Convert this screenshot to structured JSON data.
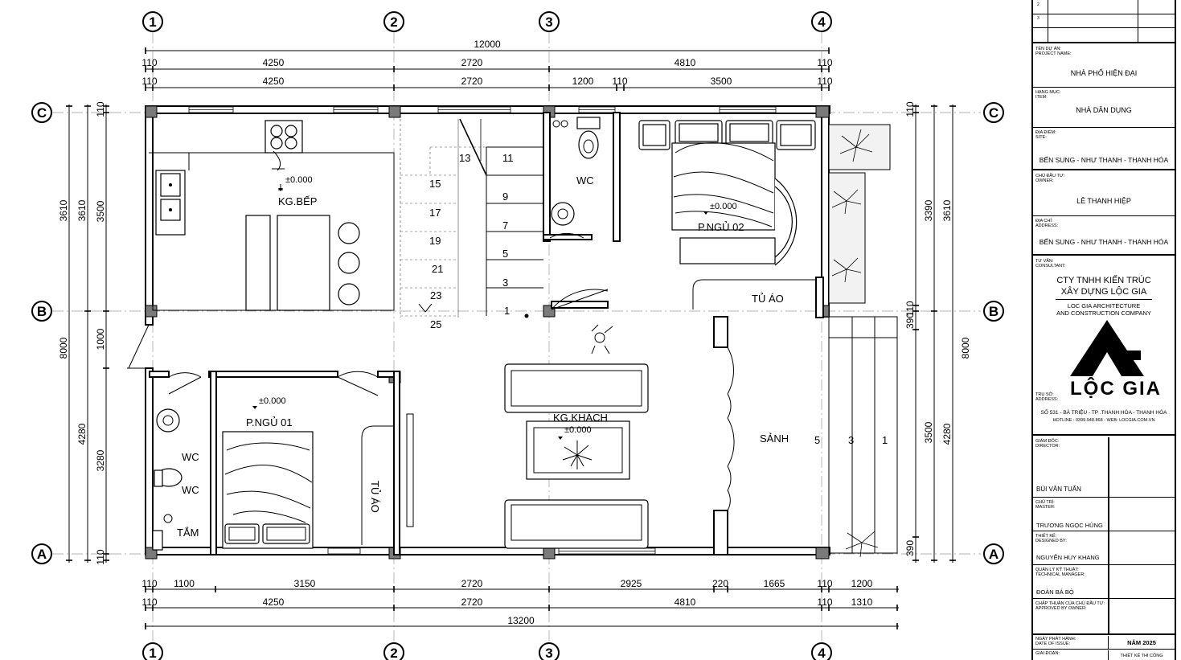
{
  "grid_labels": {
    "cols": [
      "1",
      "2",
      "3",
      "4"
    ],
    "rows": [
      "C",
      "B",
      "A"
    ]
  },
  "top_dims": {
    "overall": "12000",
    "row1": [
      "110",
      "4250",
      "2720",
      "4810",
      "110"
    ],
    "row2": [
      "110",
      "4250",
      "2720",
      "1200",
      "110",
      "3500",
      "110"
    ]
  },
  "bottom_dims": {
    "row1": [
      "110",
      "1100",
      "3150",
      "2720",
      "2925",
      "220",
      "1665",
      "110",
      "1200"
    ],
    "row2": [
      "110",
      "4250",
      "2720",
      "4810",
      "110",
      "1310"
    ],
    "overall": "13200"
  },
  "left_dims": {
    "outer": [
      "3610",
      "8000",
      "4280"
    ],
    "inner": [
      "110",
      "3500",
      "1000",
      "3280",
      "110"
    ]
  },
  "right_dims": {
    "inner": [
      "110",
      "3390",
      "110",
      "390",
      "3500",
      "390"
    ],
    "outer": [
      "3610",
      "8000",
      "4280"
    ]
  },
  "rooms": {
    "kitchen": "KG.BẾP",
    "wc_top": "WC",
    "bedroom2": "P.NGỦ 02",
    "wardrobe_top": "TỦ ÁO",
    "living": "KG.KHÁCH",
    "lobby": "SẢNH",
    "bedroom1": "P.NGỦ 01",
    "wardrobe_bottom": "TỦ ÁO",
    "wc_left_1": "WC",
    "wc_left_2": "WC",
    "bath": "TẮM"
  },
  "level": "±0.000",
  "stair_numbers": [
    "13",
    "11",
    "15",
    "9",
    "17",
    "7",
    "19",
    "5",
    "21",
    "3",
    "23",
    "1",
    "25"
  ],
  "porch_steps": [
    "5",
    "3",
    "1"
  ],
  "title_block": {
    "revisions": [
      "2",
      "3"
    ],
    "project_label_vi": "TÊN DỰ ÁN:",
    "project_label_en": "PROJECT NAME:",
    "project_name": "NHÀ PHỐ HIỆN ĐẠI",
    "item_label_vi": "HẠNG MỤC:",
    "item_label_en": "ITEM:",
    "item": "NHÀ DÂN DỤNG",
    "site_label_vi": "ĐỊA ĐIỂM:",
    "site_label_en": "SITE:",
    "site": "BẾN SUNG - NHƯ THANH - THANH HÓA",
    "owner_label_vi": "CHỦ ĐẦU TƯ:",
    "owner_label_en": "OWNER:",
    "owner": "LÊ THANH HIỆP",
    "address_label_vi": "ĐỊA CHỈ:",
    "address_label_en": "ADDRESS:",
    "address": "BẾN SUNG - NHƯ THANH - THANH HÓA",
    "consultant_label_vi": "TƯ VẤN:",
    "consultant_label_en": "CONSULTANT:",
    "company_line1": "CTY TNHH KIẾN TRÚC",
    "company_line2": "XÂY DỰNG LỘC GIA",
    "company_en1": "LOC GIA ARCHITECTURE",
    "company_en2": "AND CONSTRUCTION COMPANY",
    "logo_text": "LỘC GIA",
    "hq_label_vi": "TRỤ SỞ:",
    "hq_label_en": "ADDRESS:",
    "hq_address": "SỐ 531 - BÀ TRIỆU - TP .THANH HÓA - THANH HÓA",
    "hotline": "HOTLINE : 0399.948.868 - WEB: LOCGIA.COM.VN",
    "director_label_vi": "GIÁM ĐỐC:",
    "director_label_en": "DIRECTOR:",
    "director": "BÙI VĂN TUẤN",
    "master_label_vi": "CHỦ TRÌ:",
    "master_label_en": "MASTER:",
    "master": "TRƯƠNG NGỌC HÙNG",
    "designer_label_vi": "THIẾT KẾ:",
    "designer_label_en": "DESIGNED BY:",
    "designer": "NGUYỄN HUY KHANG",
    "tech_label_vi": "QUẢN LÝ KỸ THUẬT:",
    "tech_label_en": "TECHNICAL MANAGER:",
    "tech": "ĐOÀN BÁ BỘ",
    "approved_label_vi": "CHẤP THUẬN CỦA CHỦ ĐẦU TƯ:",
    "approved_label_en": "APPROVED BY OWNER:",
    "issue_label_vi": "NGÀY PHÁT HÀNH:",
    "issue_label_en": "DATE OF ISSUE:",
    "year": "NĂM 2025",
    "stage_label_vi": "GIAI ĐOẠN:",
    "stage": "THIẾT KẾ THI CÔNG"
  }
}
